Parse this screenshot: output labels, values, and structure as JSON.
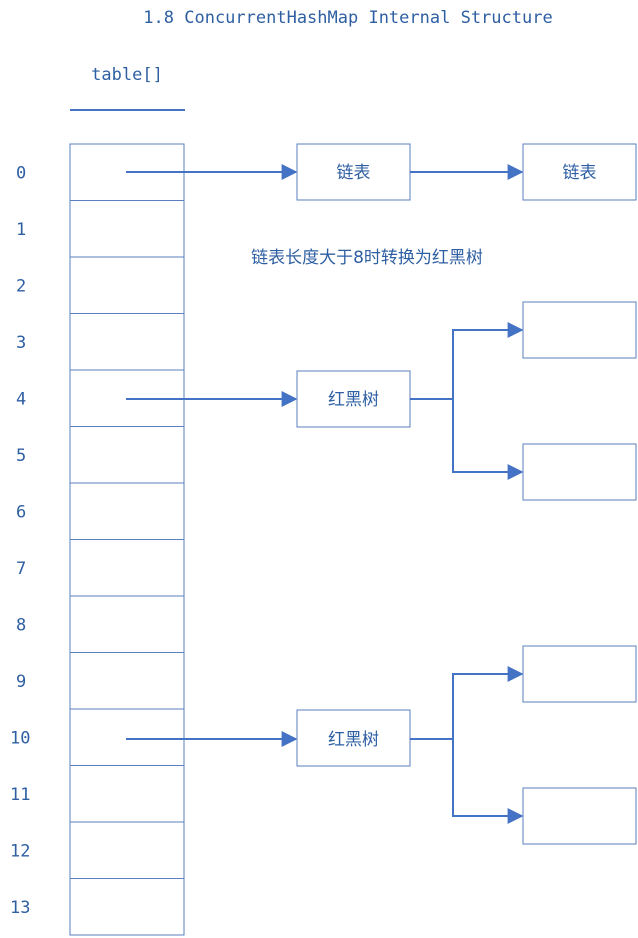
{
  "title": "1.8 ConcurrentHashMap Internal Structure",
  "table_label": "table[]",
  "indices": [
    "0",
    "1",
    "2",
    "3",
    "4",
    "5",
    "6",
    "7",
    "8",
    "9",
    "10",
    "11",
    "12",
    "13"
  ],
  "note": "链表长度大于8时转换为红黑树",
  "nodes": {
    "list_node_1": "链表",
    "list_node_2": "链表",
    "tree_node_4": "红黑树",
    "tree_node_10": "红黑树"
  },
  "colors": {
    "text": "#2e5fa3",
    "line": "#4472c4",
    "box_border": "#5b7fbf"
  }
}
